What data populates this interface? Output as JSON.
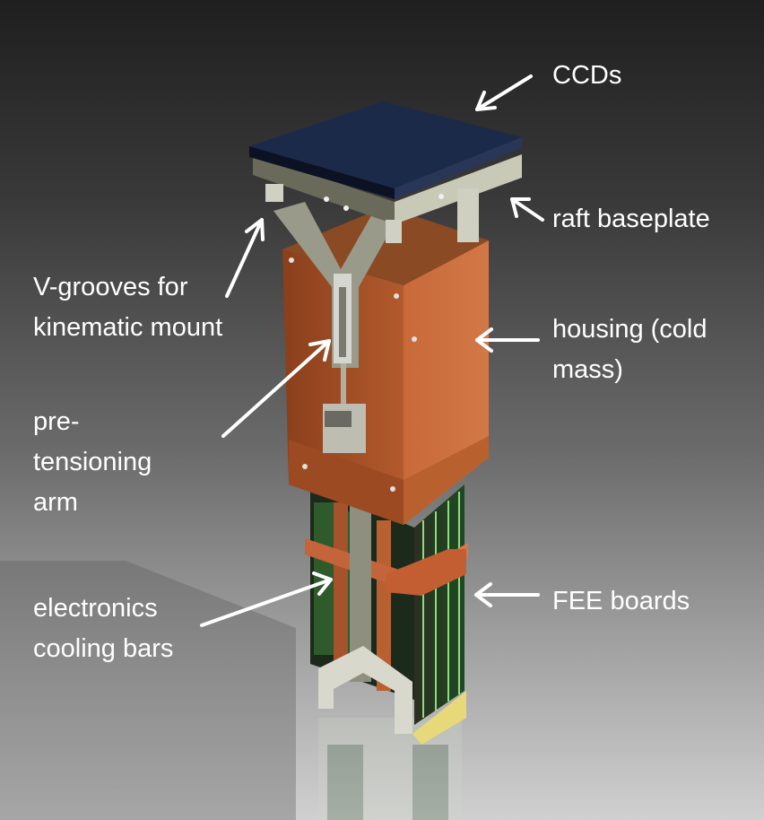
{
  "labels": {
    "ccds": "CCDs",
    "raft_baseplate": "raft baseplate",
    "v_grooves": [
      "V-grooves for",
      "kinematic mount"
    ],
    "housing": [
      "housing (cold",
      "mass)"
    ],
    "pre_tensioning": [
      "pre-",
      "tensioning",
      "arm"
    ],
    "electronics": [
      "electronics",
      "cooling bars"
    ],
    "fee_boards": "FEE boards"
  },
  "colors": {
    "ccd": "#1c2a4a",
    "housing": "#b85a2a",
    "boards": "#1e3b1e",
    "metal": "#9a9a8a",
    "label_text": "#ffffff",
    "arrow": "#ffffff"
  }
}
